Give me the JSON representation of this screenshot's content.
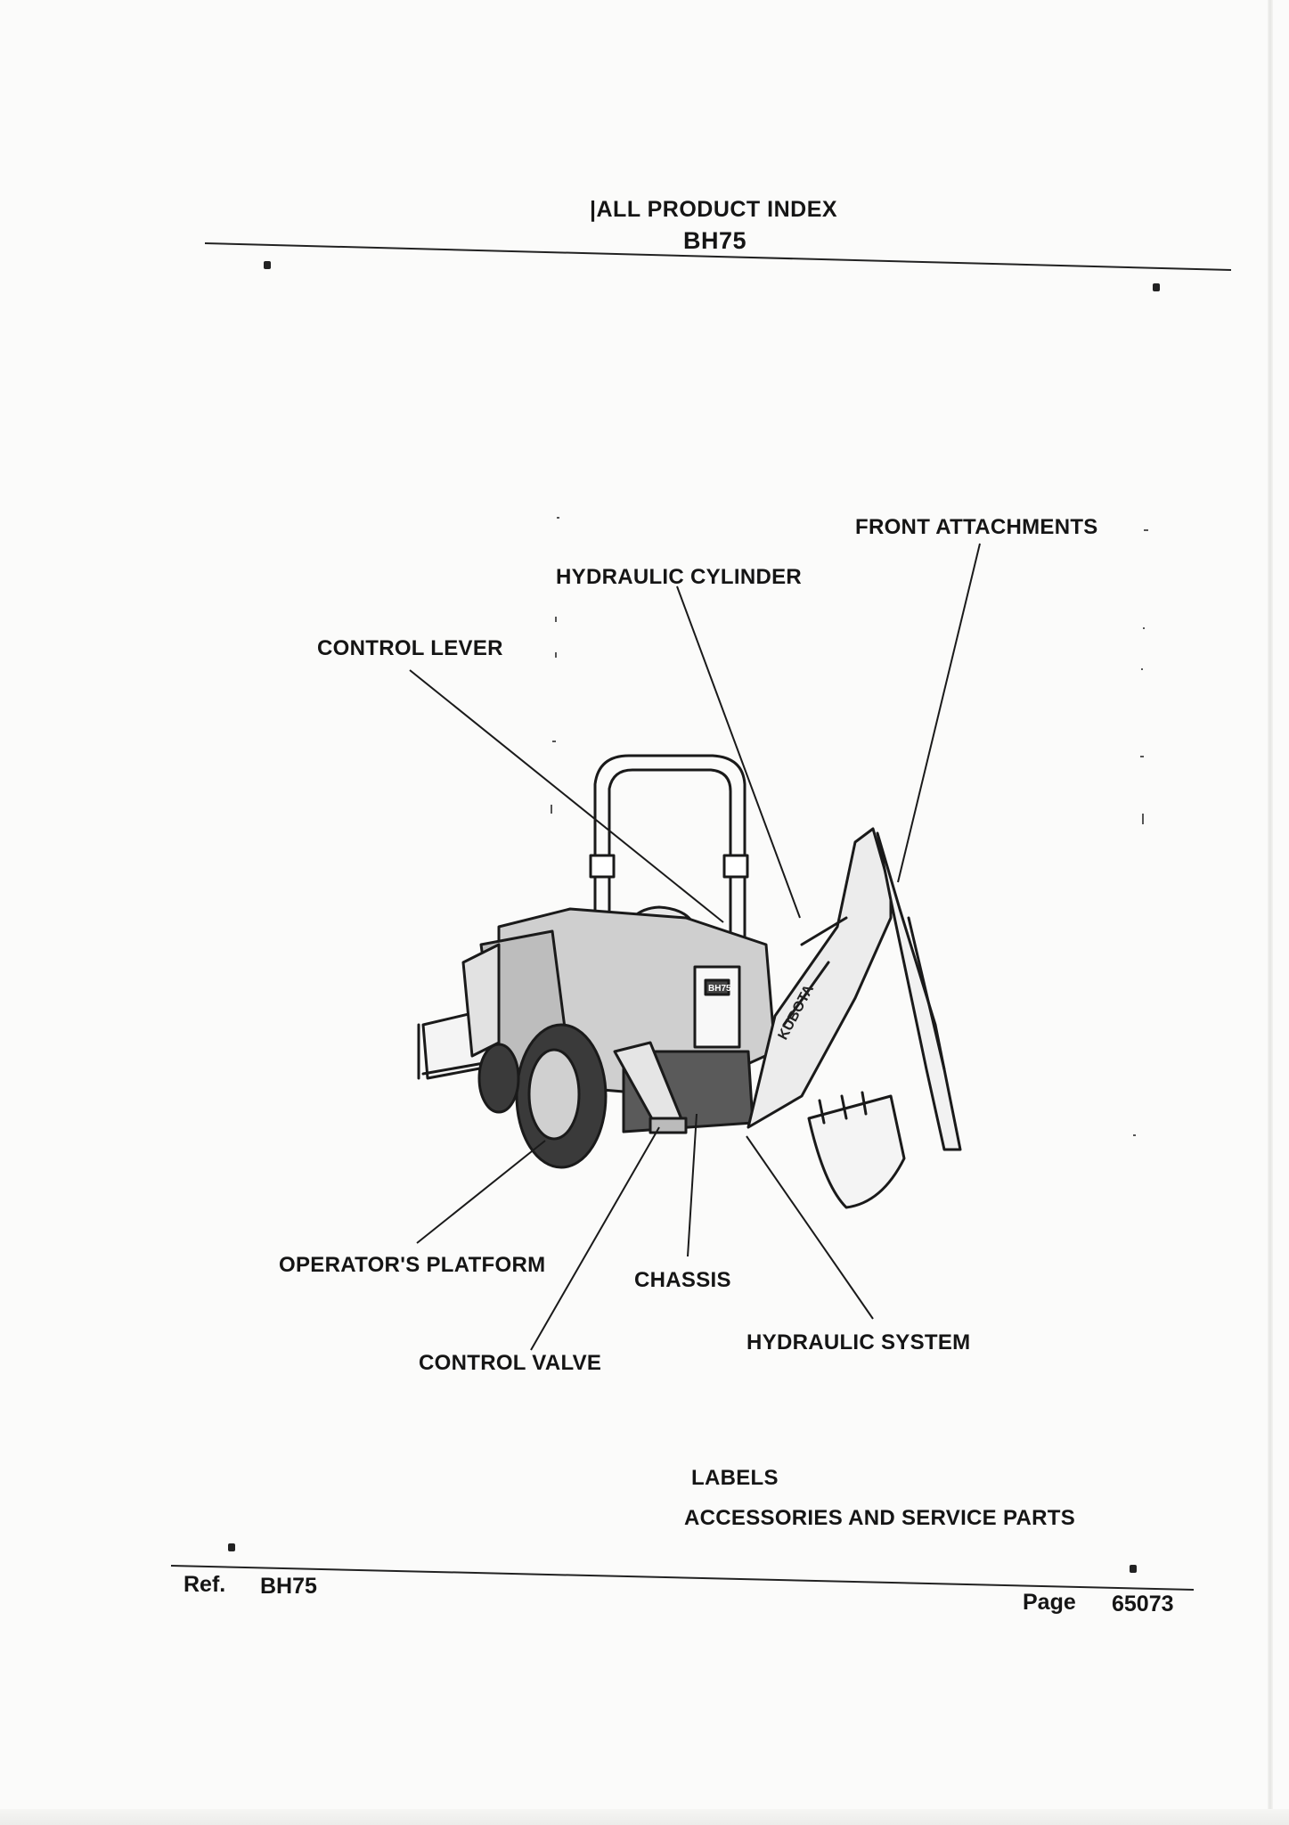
{
  "header": {
    "title": "|ALL PRODUCT INDEX",
    "model": "BH75"
  },
  "diagram": {
    "labels": {
      "front_attachments": "FRONT ATTACHMENTS",
      "hydraulic_cylinder": "HYDRAULIC CYLINDER",
      "control_lever": "CONTROL LEVER",
      "operators_platform": "OPERATOR'S PLATFORM",
      "chassis": "CHASSIS",
      "hydraulic_system": "HYDRAULIC SYSTEM",
      "control_valve": "CONTROL VALVE"
    },
    "machine_brand": "KUBOTA",
    "machine_model_decal": "BH75"
  },
  "sections": {
    "labels": "LABELS",
    "accessories": "ACCESSORIES AND SERVICE PARTS"
  },
  "footer": {
    "ref_label": "Ref.",
    "ref_value": "BH75",
    "page_label": "Page",
    "page_value": "65073"
  }
}
